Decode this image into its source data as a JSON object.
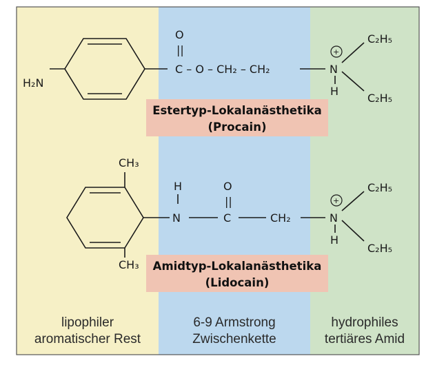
{
  "colors": {
    "lipophilic": "#f6f0c6",
    "chain": "#bcd8ee",
    "hydrophilic": "#cfe3c7",
    "label_box": "#f0c4b3",
    "border": "#555555",
    "stroke": "#1a1a1a"
  },
  "regions": [
    {
      "caption_line1": "lipophiler",
      "caption_line2": "aromatischer Rest"
    },
    {
      "caption_line1": "6-9 Armstrong",
      "caption_line2": "Zwischenkette"
    },
    {
      "caption_line1": "hydrophiles",
      "caption_line2": "tertiäres Amid"
    }
  ],
  "procain": {
    "amine_group": "H₂N",
    "carbonyl_O": "O",
    "double_bond": "||",
    "chain": "C – O – CH₂ – CH₂",
    "nitrogen": "N",
    "charge": "+",
    "n_hydrogen": "H",
    "ethyl_top": "C₂H₅",
    "ethyl_bottom": "C₂H₅",
    "title": "Estertyp-Lokalanästhetika",
    "subtitle": "(Procain)"
  },
  "lidocain": {
    "methyl_top": "CH₃",
    "methyl_bottom": "CH₃",
    "amide_H": "H",
    "amide_N": "N",
    "carbonyl_O": "O",
    "double_bond": "||",
    "carbonyl_C": "C",
    "chain_CH2": "CH₂",
    "nitrogen": "N",
    "charge": "+",
    "n_hydrogen": "H",
    "ethyl_top": "C₂H₅",
    "ethyl_bottom": "C₂H₅",
    "title": "Amidtyp-Lokalanästhetika",
    "subtitle": "(Lidocain)"
  }
}
